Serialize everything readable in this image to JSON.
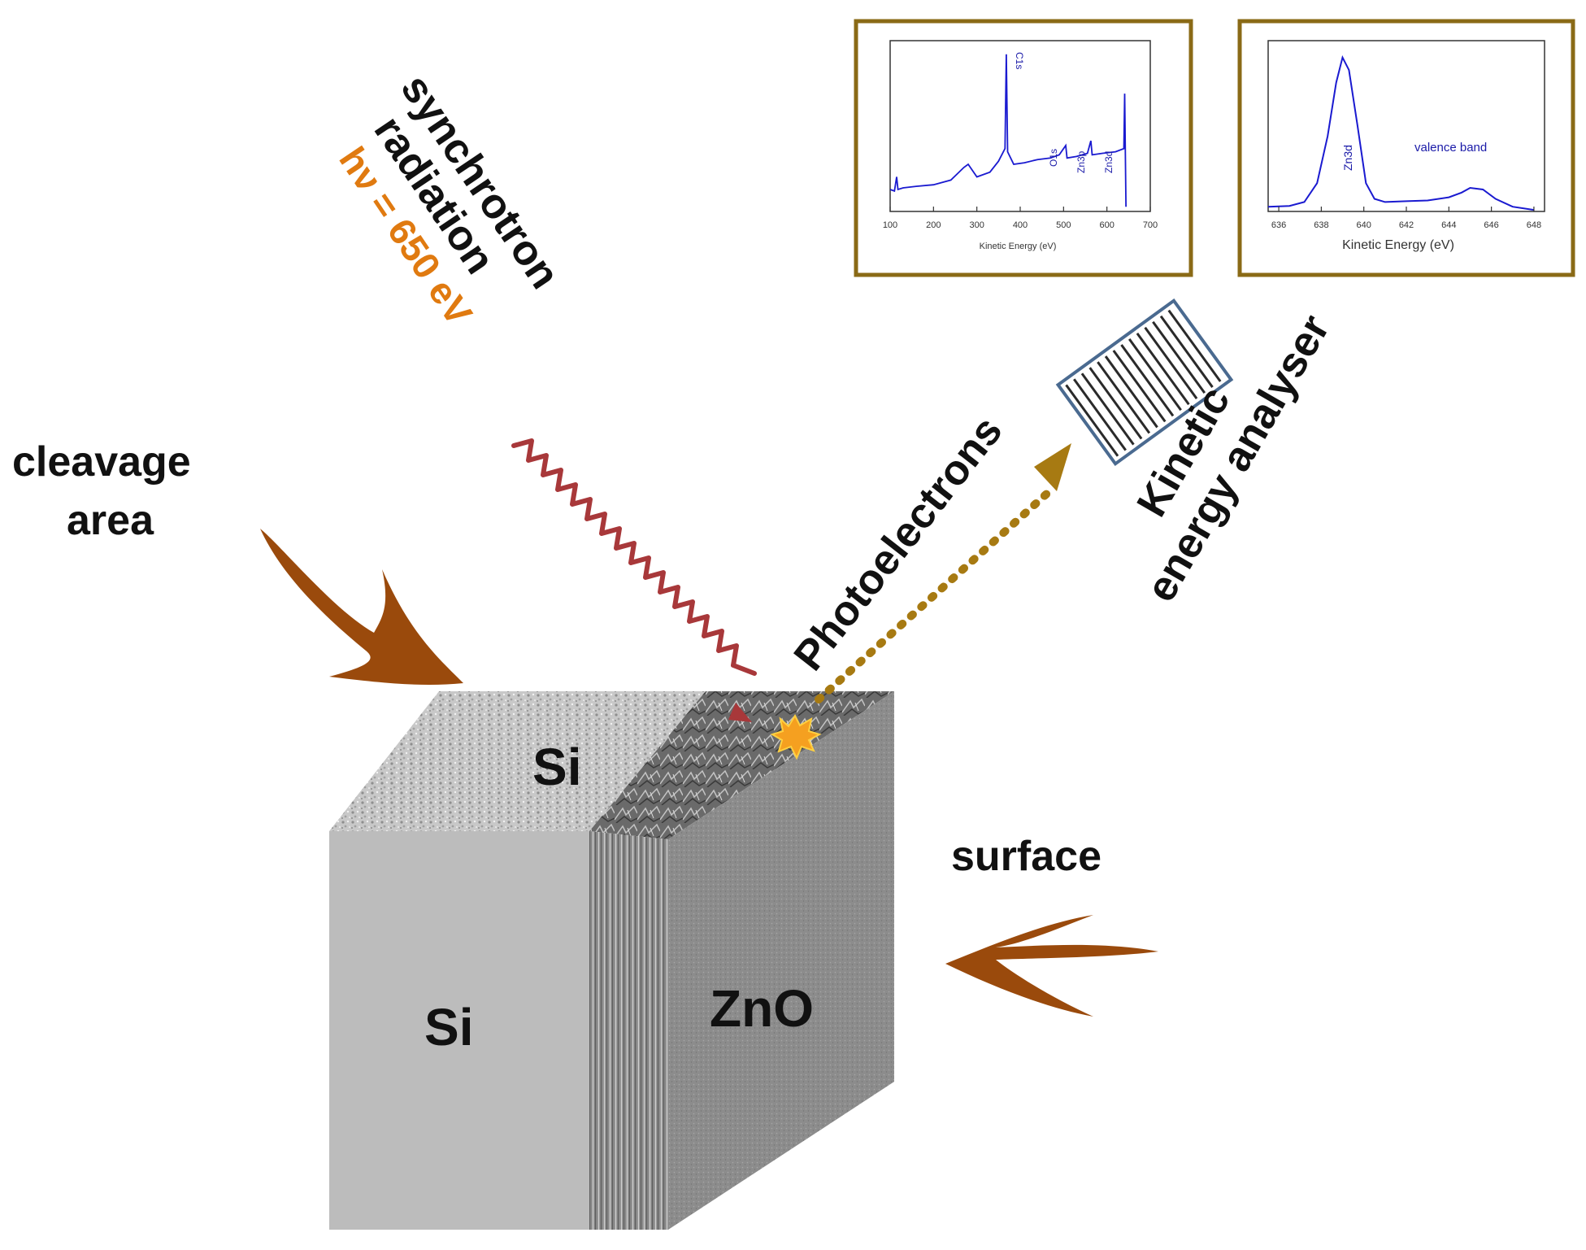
{
  "labels": {
    "synchrotron": "synchrotron",
    "radiation": "radiation",
    "photon_energy": "hν = 650 eV",
    "cleavage_line1": "cleavage",
    "cleavage_line2": "area",
    "photoelectrons": "Photoelectrons",
    "analyser_line1": "Kinetic",
    "analyser_line2": "energy analyser",
    "surface": "surface",
    "si_top": "Si",
    "si_front": "Si",
    "zno": "ZnO"
  },
  "colors": {
    "arrow_brown": "#9a4a0c",
    "wave_red": "#a8383a",
    "electron_gold": "#a77a12",
    "frame_gold": "#8a6a16",
    "spectrum_blue": "#1a1ad0",
    "orange": "#e07a10",
    "analyser_blue": "#4a6a90"
  },
  "spectrum_survey": {
    "xlabel": "Kinetic Energy (eV)",
    "ticks": [
      "100",
      "200",
      "300",
      "400",
      "500",
      "600",
      "700"
    ],
    "xlim": [
      100,
      700
    ],
    "peaks": [
      "C1s",
      "O1s",
      "Zn3p",
      "Zn3d"
    ],
    "points": [
      [
        100,
        14
      ],
      [
        110,
        13
      ],
      [
        115,
        22
      ],
      [
        118,
        14
      ],
      [
        130,
        15
      ],
      [
        160,
        16
      ],
      [
        200,
        17
      ],
      [
        240,
        20
      ],
      [
        270,
        28
      ],
      [
        280,
        30
      ],
      [
        300,
        22
      ],
      [
        330,
        25
      ],
      [
        350,
        32
      ],
      [
        365,
        40
      ],
      [
        368,
        100
      ],
      [
        371,
        38
      ],
      [
        385,
        30
      ],
      [
        410,
        31
      ],
      [
        440,
        33
      ],
      [
        470,
        34
      ],
      [
        490,
        36
      ],
      [
        505,
        42
      ],
      [
        508,
        34
      ],
      [
        530,
        35
      ],
      [
        555,
        37
      ],
      [
        563,
        45
      ],
      [
        566,
        36
      ],
      [
        590,
        37
      ],
      [
        620,
        38
      ],
      [
        639,
        40
      ],
      [
        641,
        75
      ],
      [
        644,
        3
      ]
    ]
  },
  "spectrum_detail": {
    "xlabel": "Kinetic Energy (eV)",
    "ticks": [
      "636",
      "638",
      "640",
      "642",
      "644",
      "646",
      "648"
    ],
    "xlim": [
      635.5,
      648.5
    ],
    "annotations": [
      "Zn3d",
      "valence band"
    ],
    "points": [
      [
        635.5,
        3
      ],
      [
        636.5,
        3.5
      ],
      [
        637.2,
        6
      ],
      [
        637.8,
        18
      ],
      [
        638.3,
        48
      ],
      [
        638.7,
        82
      ],
      [
        639.0,
        98
      ],
      [
        639.3,
        90
      ],
      [
        639.7,
        55
      ],
      [
        640.1,
        18
      ],
      [
        640.5,
        8
      ],
      [
        641.0,
        6
      ],
      [
        642.0,
        6.5
      ],
      [
        643.0,
        7
      ],
      [
        644.0,
        9
      ],
      [
        644.6,
        12
      ],
      [
        645.0,
        15
      ],
      [
        645.6,
        14
      ],
      [
        646.2,
        8
      ],
      [
        647.0,
        3
      ],
      [
        648.0,
        1
      ]
    ]
  }
}
